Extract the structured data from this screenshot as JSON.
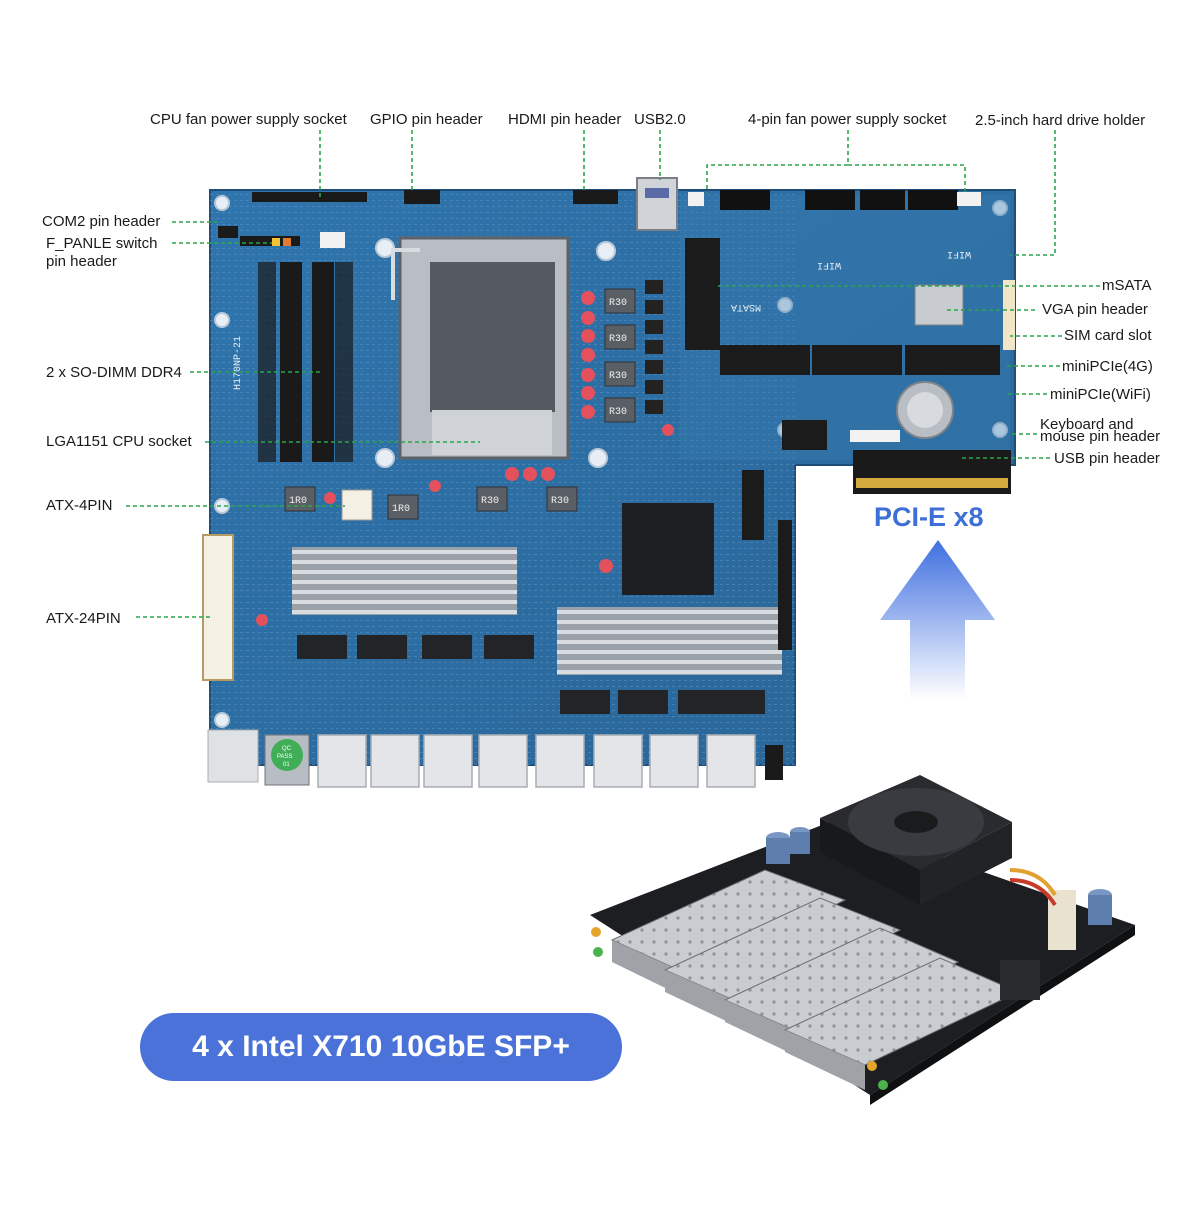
{
  "labels": {
    "top": [
      {
        "id": "cpu-fan",
        "text": "CPU fan power supply socket"
      },
      {
        "id": "gpio",
        "text": "GPIO pin header"
      },
      {
        "id": "hdmi",
        "text": "HDMI pin header"
      },
      {
        "id": "usb20",
        "text": "USB2.0"
      },
      {
        "id": "fan4",
        "text": "4-pin fan power supply socket"
      },
      {
        "id": "hdd",
        "text": "2.5-inch hard drive holder"
      }
    ],
    "left": [
      {
        "id": "com2",
        "text": "COM2 pin header"
      },
      {
        "id": "fpanel1",
        "text": "F_PANLE switch"
      },
      {
        "id": "fpanel2",
        "text": "pin header"
      },
      {
        "id": "sodimm",
        "text": "2 x SO-DIMM DDR4"
      },
      {
        "id": "lga",
        "text": "LGA1151 CPU socket"
      },
      {
        "id": "atx4",
        "text": "ATX-4PIN"
      },
      {
        "id": "atx24",
        "text": "ATX-24PIN"
      }
    ],
    "right": [
      {
        "id": "msata",
        "text": "mSATA"
      },
      {
        "id": "vga",
        "text": "VGA pin header"
      },
      {
        "id": "sim",
        "text": "SIM card slot"
      },
      {
        "id": "mpcie4g",
        "text": "miniPCIe(4G)"
      },
      {
        "id": "mpciewifi",
        "text": "miniPCIe(WiFi)"
      },
      {
        "id": "kbd1",
        "text": "Keyboard and"
      },
      {
        "id": "kbd2",
        "text": "mouse pin header"
      },
      {
        "id": "usbhdr",
        "text": "USB pin header"
      }
    ]
  },
  "pcie_label": "PCI-E x8",
  "nic_label": "4 x Intel X710 10GbE SFP+",
  "board_marks": {
    "model": "H170NP-21",
    "msata": "MSATA",
    "wifi": "WIFI",
    "r30": "R30",
    "r10": "1R0",
    "qc1": "QC",
    "qc2": "PASS",
    "qc3": "01"
  },
  "colors": {
    "board": "#2e6fa6",
    "leader": "#2aa64b",
    "accent": "#3e6fd6",
    "pill": "#4a72d8"
  }
}
